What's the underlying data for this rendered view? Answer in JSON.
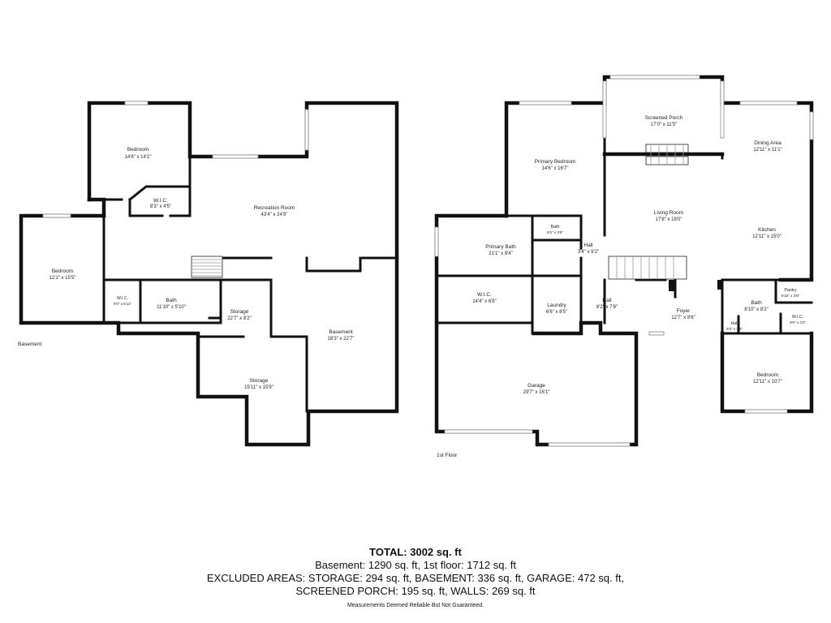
{
  "floors": [
    {
      "label": "Basement",
      "rooms": [
        {
          "name": "Bedroom",
          "dims": "14'6\" x 14'1\""
        },
        {
          "name": "W.I.C.",
          "dims": "8'3\" x 4'5\""
        },
        {
          "name": "Recreation Room",
          "dims": "43'4\" x 24'9\""
        },
        {
          "name": "Bedroom",
          "dims": "12'1\" x 15'5\""
        },
        {
          "name": "W.I.C.",
          "dims": "5'0\" x 5'11\""
        },
        {
          "name": "Bath",
          "dims": "11'10\" x 5'10\""
        },
        {
          "name": "Storage",
          "dims": "22'7\" x 8'2\""
        },
        {
          "name": "Basement",
          "dims": "18'3\" x 22'7\""
        },
        {
          "name": "Storage",
          "dims": "15'11\" x 15'9\""
        }
      ]
    },
    {
      "label": "1st Floor",
      "rooms": [
        {
          "name": "Screened Porch",
          "dims": "17'0\" x 11'5\""
        },
        {
          "name": "Primary Bedroom",
          "dims": "14'6\" x 16'7\""
        },
        {
          "name": "Dining Area",
          "dims": "12'11\" x 11'1\""
        },
        {
          "name": "Living Room",
          "dims": "17'8\" x 18'0\""
        },
        {
          "name": "Bath",
          "dims": "6'5\" x 3'6\""
        },
        {
          "name": "Kitchen",
          "dims": "12'11\" x 15'0\""
        },
        {
          "name": "Primary Bath",
          "dims": "21'1\" x 8'4\""
        },
        {
          "name": "Hall",
          "dims": "3'4\" x 9'2\""
        },
        {
          "name": "Pantry",
          "dims": "5'10\" x 3'8\""
        },
        {
          "name": "Bath",
          "dims": "8'10\" x 8'2\""
        },
        {
          "name": "W.I.C.",
          "dims": "14'4\" x 6'8\""
        },
        {
          "name": "Laundry",
          "dims": "6'6\" x 8'5\""
        },
        {
          "name": "Hall",
          "dims": "8'2\" x 7'8\""
        },
        {
          "name": "Foyer",
          "dims": "12'7\" x 8'6\""
        },
        {
          "name": "W.I.C.",
          "dims": "3'9\" x 4'2\""
        },
        {
          "name": "Hall",
          "dims": "3'2\" x 3'3\""
        },
        {
          "name": "Garage",
          "dims": "29'7\" x 16'1\""
        },
        {
          "name": "Bedroom",
          "dims": "12'11\" x 10'7\""
        }
      ]
    }
  ],
  "summary": {
    "total": "TOTAL: 3002 sq. ft",
    "line1": "Basement: 1290 sq. ft, 1st floor: 1712 sq. ft",
    "line2": "EXCLUDED AREAS: STORAGE: 294 sq. ft, BASEMENT: 336 sq. ft, GARAGE: 472 sq. ft,",
    "line3": "SCREENED PORCH: 195 sq. ft, WALLS: 269 sq. ft",
    "disclaimer": "Measurements Deemed Reliable But Not Guaranteed."
  }
}
